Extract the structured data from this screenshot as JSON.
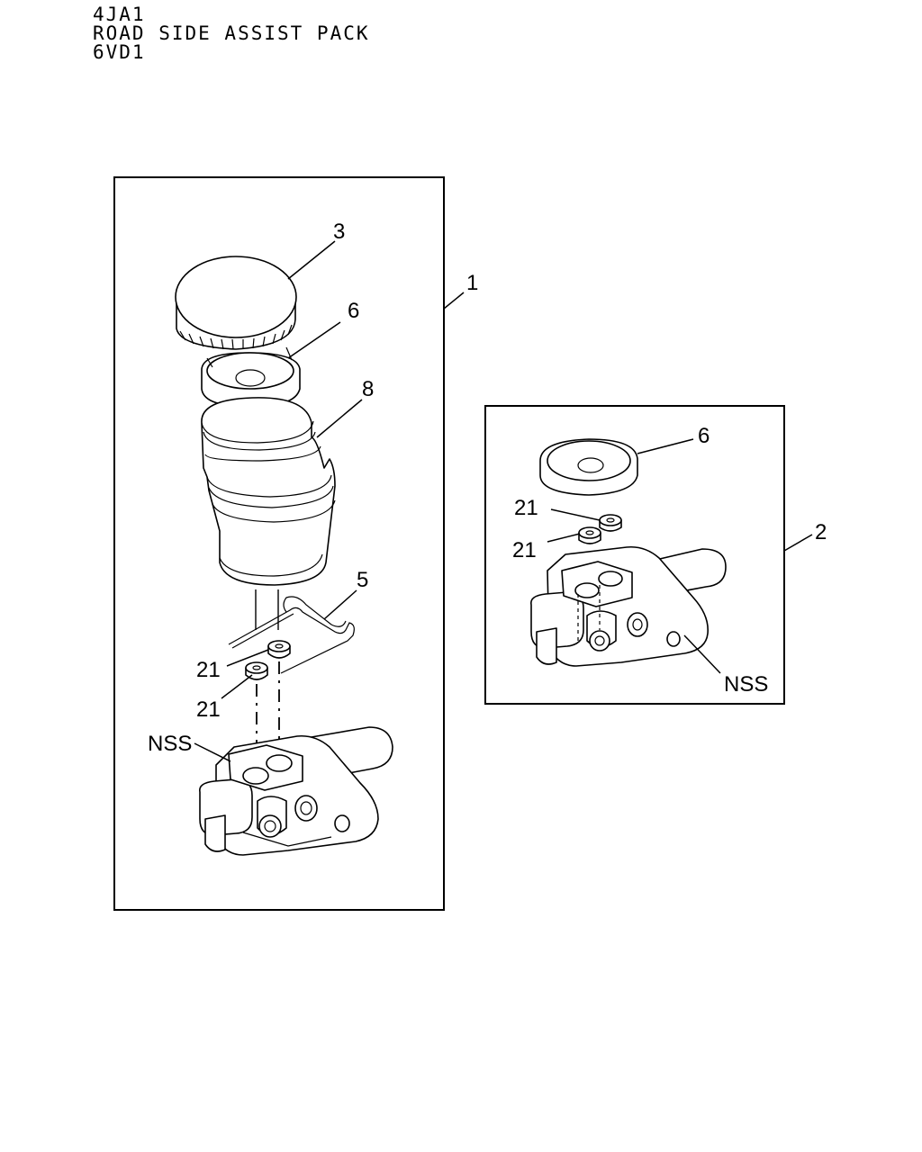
{
  "header": {
    "line1": "4JA1",
    "line2": "ROAD SIDE ASSIST PACK",
    "line3": "6VD1"
  },
  "callouts": {
    "assembly_1": "1",
    "assembly_2": "2",
    "cap_3": "3",
    "seal_6_left": "6",
    "seal_6_right": "6",
    "reservoir_8": "8",
    "clip_5": "5",
    "grommet_21_left_upper": "21",
    "grommet_21_left_lower": "21",
    "grommet_21_right_upper": "21",
    "grommet_21_right_lower": "21",
    "nss_left": "NSS",
    "nss_right": "NSS"
  }
}
